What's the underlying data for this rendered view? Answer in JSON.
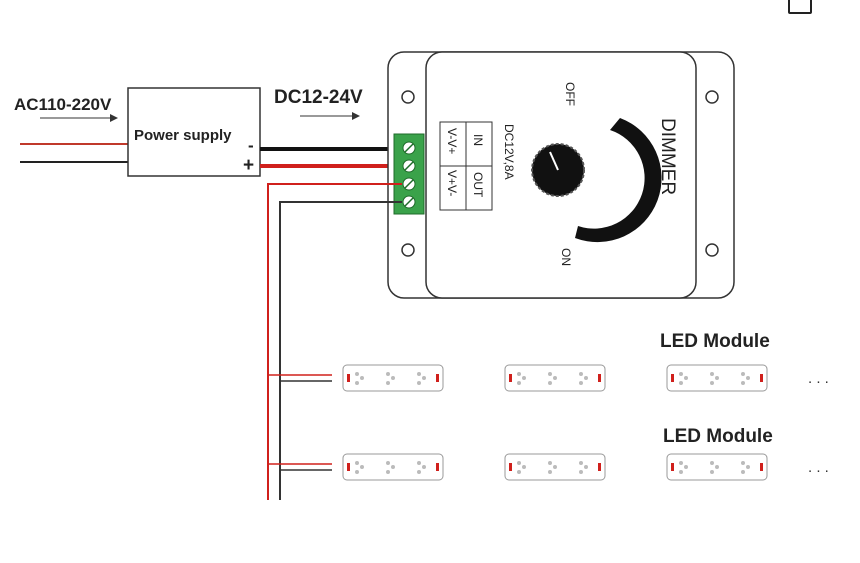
{
  "input_voltage": "AC110-220V",
  "power_supply": {
    "label": "Power supply",
    "minus": "-",
    "plus": "+"
  },
  "dc_voltage": "DC12-24V",
  "dimmer": {
    "title": "DIMMER",
    "rating": "DC12V,8A",
    "in_label": "IN",
    "out_label": "OUT",
    "terminal_label_in": "V-V+",
    "terminal_label_out": "V+V-",
    "off_label": "OFF",
    "on_label": "ON"
  },
  "led_module_label_1": "LED Module",
  "led_module_label_2": "LED Module",
  "ellipsis": ". . .",
  "colors": {
    "positive_wire": "#d0201c",
    "negative_wire": "#111111",
    "ac_wire": "#c0392b",
    "terminal_block": "#3aa24a"
  },
  "icons": [
    "dimmer-knob-icon",
    "mounting-hole-icon",
    "screw-terminal-icon",
    "led-chip-icon"
  ]
}
